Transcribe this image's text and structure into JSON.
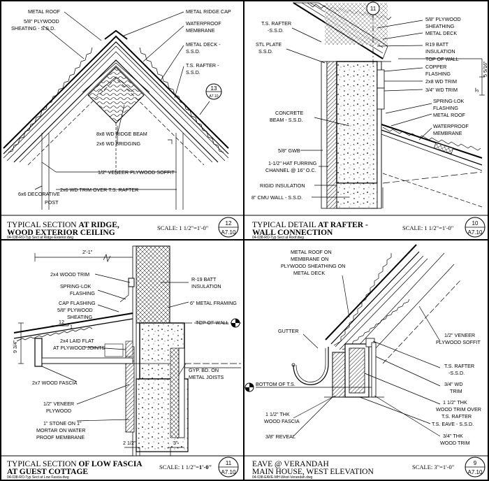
{
  "panels": {
    "p12": {
      "title_a": "TYPICAL SECTION",
      "title_b": "AT RIDGE,",
      "title_c": "WOOD EXTERIOR CEILING",
      "scale": "SCALE: 1 1/2\"=1'-0\"",
      "num": "12",
      "sheet": "A7.10",
      "file": "04-038-RO-Typ Sect at Ridge-Exterior.dwg",
      "ref_num": "13",
      "ref_sheet": "A7.10",
      "labels": {
        "metal_roof": "METAL ROOF",
        "plywood1": "5/8\" PLYWOOD",
        "plywood2": "SHEATING - S.S.D.",
        "ridge_cap": "METAL RIDGE CAP",
        "wp1": "WATERPROOF",
        "wp2": "MEMBRANE",
        "deck1": "METAL DECK -",
        "deck2": "S.S.D.",
        "ts1": "T.S. RAFTER -",
        "ts2": "S.S.D.",
        "beam": "8x8 WD RIDGE BEAM",
        "bridging": "2x6 WD BRIDGING",
        "soffit": "1/2\" VENEER PLYWOOD SOFFIT",
        "trim": "2x6 WD TRIM OVER T.S. RAFTER",
        "post1": "6x6 DECORATIVE",
        "post2": "POST"
      }
    },
    "p10": {
      "title_a": "TYPICAL DETAIL",
      "title_b": "AT RAFTER -",
      "title_c": "WALL CONNECTION",
      "scale": "SCALE: 1 1/2\"=1'-0\"",
      "num": "10",
      "sheet": "A7.10",
      "file": "04-038-RO-Typ Sect at Roof.dwg",
      "ref_num": "11",
      "labels": {
        "ts1": "T.S. RAFTER",
        "ts2": "-S.S.D.",
        "stl1": "STL PLATE",
        "stl2": "S.S.D.",
        "ply1": "5/8\" PLYWOOD",
        "ply2": "SHEATHING",
        "deck": "METAL DECK",
        "r19a": "R19 BATT",
        "r19b": "INSULATION",
        "tow": "TOP OF WALL",
        "cop1": "COPPER",
        "cop2": "FLASHING",
        "trim2x8": "2x8 WD TRIM",
        "trim34": "3/4\" WD TRIM",
        "spring1": "SPRING-LOK",
        "spring2": "FLASHING",
        "mroof": "METAL ROOF",
        "wp1": "WATERPROOF",
        "wp2": "MEMBRANE",
        "cbeam1": "CONCRETE",
        "cbeam2": "BEAM - S.S.D.",
        "gwb": "5/8\" GWB",
        "hat1": "1-1/2\" HAT FURRING",
        "hat2": "CHANNEL @ 16\" O.C.",
        "rigid": "RIGID INSULATION",
        "cmu": "8\" CMU WALL - S.S.D.",
        "dim1": "3\"",
        "dim2": "5 5/16\""
      }
    },
    "p11": {
      "title_a": "TYPICAL SECTION",
      "title_b": "OF LOW FASCIA",
      "title_c": "AT GUEST COTTAGE",
      "scale_a": "SCALE: 1 1/2\"=",
      "scale_b": "1'-0\"",
      "num": "11",
      "sheet": "A7.10",
      "file": "04-038-RO-Typ Sect at Low Fascia.dwg",
      "labels": {
        "dim_top": "2'-1\"",
        "trim2x4": "2x4 WOOD TRIM",
        "spring1": "SPRING-LOK",
        "spring2": "FLASHING",
        "cap1": "CAP FLASHING",
        "cap2": "5/8\" PLYWOOD",
        "cap3": "SHEATING",
        "r19a": "R-19 BATT",
        "r19b": "INSULATION",
        "frame": "6\" METAL FRAMING",
        "tow": "TOP OF WALL",
        "slope": "12",
        "slope_r": "1",
        "laid1": "2x4 LAID FLAT",
        "laid2": "AT PLYWOOD JOINTS",
        "dim_left": "9 3/4\"",
        "fascia": "2x7 WOOD FASCIA",
        "ven1": "1/2\" VENEER",
        "ven2": "PLYWOOD",
        "gyp1": "GYP. BD. ON",
        "gyp2": "METAL JOISTS",
        "stone1": "1\" STONE ON 1\"",
        "stone2": "MORTAR ON WATER",
        "stone3": "PROOF MEMBRANE",
        "dim_b1": "2 1/2\"",
        "dim_b2": "3\""
      }
    },
    "p9": {
      "title_a": "EAVE @ VERANDAH",
      "title_b": "MAIN HOUSE, WEST ELEVATION",
      "scale": "SCALE: 3\"=1'-0\"",
      "num": "9",
      "sheet": "A7.10",
      "file": "04-038-EAVE-MH-West-Verandah.dwg",
      "labels": {
        "mr1": "METAL ROOF ON",
        "mr2": "MEMBRANE ON",
        "mr3": "PLYWOOD SHEATHING ON",
        "mr4": "METAL DECK",
        "gutter": "GUTTER",
        "soffit1": "1/2\" VENEER",
        "soffit2": "PLYWOOD SOFFIT",
        "ts1": "T.S. RAFTER",
        "ts2": "-S.S.D.",
        "trim1": "3/4\" WD",
        "trim2": "TRIM",
        "wt1": "1 1/2\" THK",
        "wt2": "WOOD TRIM OVER",
        "wt3": "T.S. RAFTER",
        "bot": "BOTTOM OF T.S.",
        "wf1": "1 1/2\" THK",
        "wf2": "WOOD FASCIA",
        "eave": "T.S. EAVE - S.S.D.",
        "reveal": "3/8\" REVEAL",
        "t34a": "3/4\" THK",
        "t34b": "WOOD TRIM"
      }
    }
  }
}
